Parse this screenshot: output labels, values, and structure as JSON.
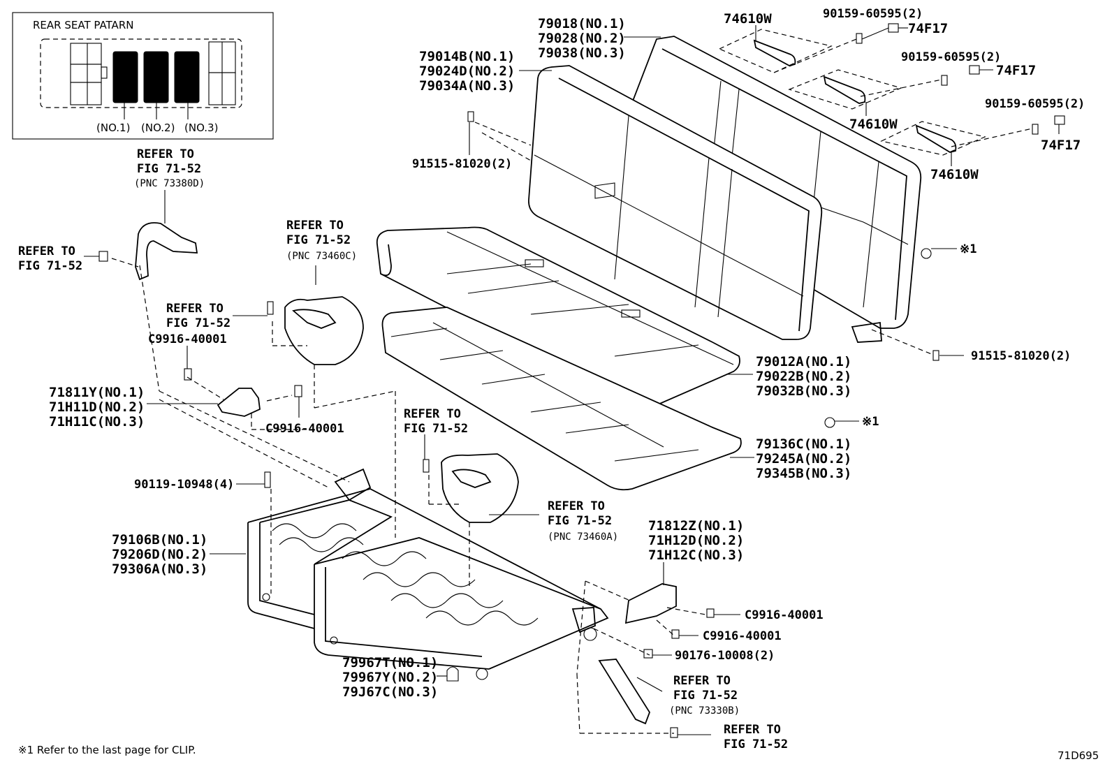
{
  "inset": {
    "title": "REAR SEAT PATARN",
    "labels": [
      "(NO.1)",
      "(NO.2)",
      "(NO.3)"
    ]
  },
  "callouts": {
    "seatback_no2": [
      "79018(NO.1)",
      "79028(NO.2)",
      "79038(NO.3)"
    ],
    "seatback_no1": [
      "79014B(NO.1)",
      "79024D(NO.2)",
      "79034A(NO.3)"
    ],
    "hinge_top_left": "74610W",
    "hinge_mid": "74610W",
    "hinge_right": "74610W",
    "screw_1": "90159-60595(2)",
    "screw_2": "90159-60595(2)",
    "screw_3": "90159-60595(2)",
    "nut_1": "74F17",
    "nut_2": "74F17",
    "nut_3": "74F17",
    "bolt_top": "91515-81020(2)",
    "bolt_right": "91515-81020(2)",
    "clip_1": "※1",
    "clip_2": "※1",
    "cushion": [
      "79012A(NO.1)",
      "79022B(NO.2)",
      "79032B(NO.3)"
    ],
    "cushion_pad": [
      "79136C(NO.1)",
      "79245A(NO.2)",
      "79345B(NO.3)"
    ],
    "refer_belt_top": [
      "REFER TO",
      "FIG 71-52",
      "(PNC 73380D)"
    ],
    "refer_left_bolt": [
      "REFER TO",
      "FIG 71-52"
    ],
    "refer_belt_mid": [
      "REFER TO",
      "FIG 71-52",
      "(PNC 73460C)"
    ],
    "refer_bolt_mid": [
      "REFER TO",
      "FIG 71-52"
    ],
    "c9916_a": "C9916-40001",
    "c9916_b": "C9916-40001",
    "c9916_c": "C9916-40001",
    "c9916_d": "C9916-40001",
    "cover_left": [
      "71811Y(NO.1)",
      "71H11D(NO.2)",
      "71H11C(NO.3)"
    ],
    "refer_bolt_center": [
      "REFER TO",
      "FIG 71-52"
    ],
    "refer_belt_center": [
      "REFER TO",
      "FIG 71-52",
      "(PNC 73460A)"
    ],
    "bolt_90119": "90119-10948(4)",
    "frame": [
      "79106B(NO.1)",
      "79206D(NO.2)",
      "79306A(NO.3)"
    ],
    "cover_right": [
      "71812Z(NO.1)",
      "71H12D(NO.2)",
      "71H12C(NO.3)"
    ],
    "nut_90176": "90176-10008(2)",
    "refer_belt_bottom": [
      "REFER TO",
      "FIG 71-52",
      "(PNC 73330B)"
    ],
    "refer_bottom_bolt": [
      "REFER TO",
      "FIG 71-52"
    ],
    "bushing": [
      "79967T(NO.1)",
      "79967Y(NO.2)",
      "79J67C(NO.3)"
    ],
    "footnote": "※1  Refer to the last page for CLIP.",
    "diagram_code": "71D695"
  }
}
